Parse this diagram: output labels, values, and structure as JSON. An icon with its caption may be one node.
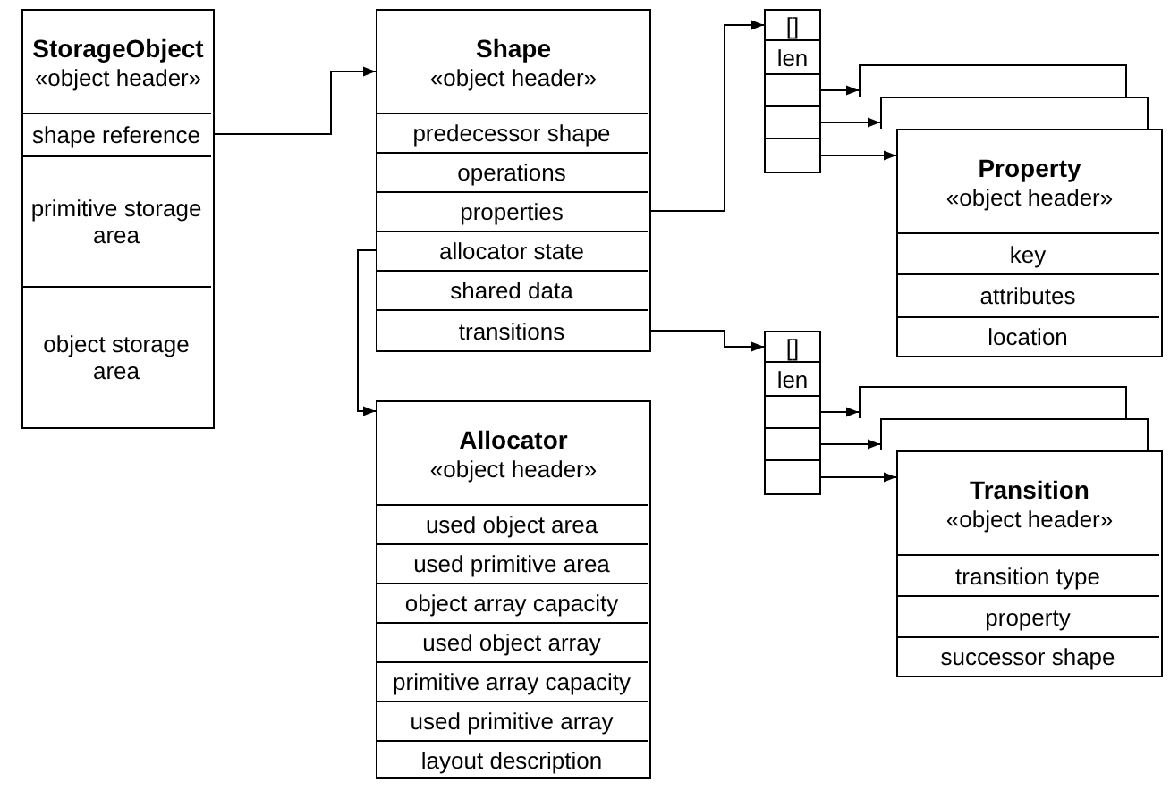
{
  "diagram": {
    "nodes": [
      {
        "text": [
          "StorageObject",
          "«object header»"
        ]
      },
      {
        "text": [
          "shape reference"
        ],
        "in": 0
      },
      {
        "text": [
          "primitive storage area"
        ],
        "in": 0
      },
      {
        "text": [
          "object storage area"
        ],
        "in": 0
      },
      {
        "text": [
          "Shape",
          "«object header»"
        ]
      },
      {
        "text": [
          "predecessor shape"
        ],
        "in": 4
      },
      {
        "text": [
          "operations"
        ],
        "in": 4
      },
      {
        "text": [
          "properties"
        ],
        "in": 4
      },
      {
        "text": [
          "allocator state"
        ],
        "in": 4
      },
      {
        "text": [
          "shared data"
        ],
        "in": 4
      },
      {
        "text": [
          "transitions"
        ],
        "in": 4
      },
      {
        "text": [
          "[]"
        ]
      },
      {
        "text": [
          "len"
        ]
      },
      {
        "text": [],
        "shape": "box"
      },
      {
        "text": [],
        "shape": "box"
      },
      {
        "text": [],
        "shape": "box"
      },
      {
        "text": [],
        "shape": "box"
      },
      {
        "text": [],
        "shape": "box"
      },
      {
        "text": [
          "Property",
          "«object header»"
        ]
      },
      {
        "text": [
          "key"
        ],
        "in": 18
      },
      {
        "text": [
          "attributes"
        ],
        "in": 18
      },
      {
        "text": [
          "location"
        ],
        "in": 18
      },
      {
        "text": [
          "[]"
        ]
      },
      {
        "text": [
          "len"
        ]
      },
      {
        "text": [],
        "shape": "box"
      },
      {
        "text": [],
        "shape": "box"
      },
      {
        "text": [],
        "shape": "box"
      },
      {
        "text": [],
        "shape": "box"
      },
      {
        "text": [],
        "shape": "box"
      },
      {
        "text": [
          "Transition",
          "«object header»"
        ]
      },
      {
        "text": [
          "transition type"
        ],
        "in": 29
      },
      {
        "text": [
          "property"
        ],
        "in": 29
      },
      {
        "text": [
          "successor shape"
        ],
        "in": 29
      },
      {
        "text": [
          "Allocator",
          "«object header»"
        ]
      },
      {
        "text": [
          "used object area"
        ],
        "in": 33
      },
      {
        "text": [
          "used primitive area"
        ],
        "in": 33
      },
      {
        "text": [
          "object array capacity"
        ],
        "in": 33
      },
      {
        "text": [
          "used object array"
        ],
        "in": 33
      },
      {
        "text": [
          "primitive array capacity"
        ],
        "in": 33
      },
      {
        "text": [
          "used primitive array"
        ],
        "in": 33
      },
      {
        "text": [
          "layout description"
        ],
        "in": 33
      }
    ],
    "edges": [
      {
        "from": 1,
        "to": 4,
        "arrow": "to"
      },
      {
        "from": 7,
        "to": 11,
        "arrow": "to"
      },
      {
        "from": 13,
        "to": 16,
        "arrow": "to"
      },
      {
        "from": 14,
        "to": 17,
        "arrow": "to"
      },
      {
        "from": 15,
        "to": 18,
        "arrow": "to"
      },
      {
        "from": 8,
        "to": 33,
        "arrow": "to"
      },
      {
        "from": 10,
        "to": 22,
        "arrow": "to"
      },
      {
        "from": 24,
        "to": 27,
        "arrow": "to"
      },
      {
        "from": 25,
        "to": 28,
        "arrow": "to"
      },
      {
        "from": 26,
        "to": 29,
        "arrow": "to"
      }
    ]
  }
}
